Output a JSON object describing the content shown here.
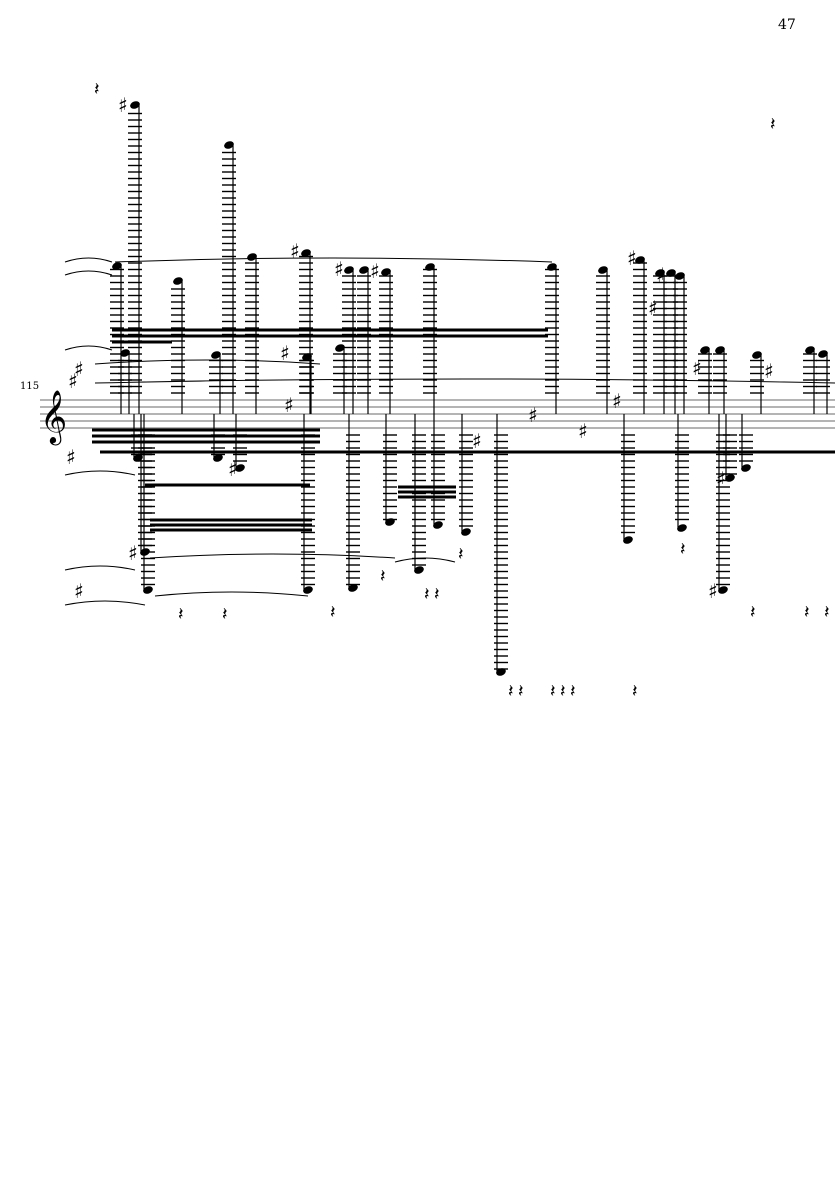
{
  "page": {
    "number": "47"
  },
  "score": {
    "measure_number": "115",
    "clef": "treble",
    "accidental_symbol": "♯",
    "rest_symbol": "𝄽"
  }
}
